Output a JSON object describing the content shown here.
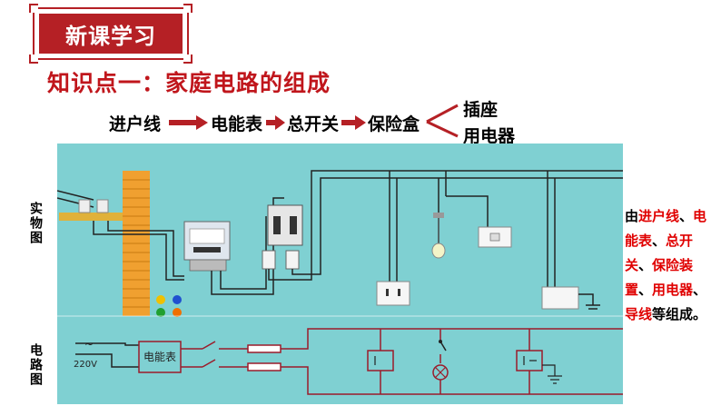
{
  "badge": {
    "label": "新课学习"
  },
  "subtitle": "知识点一：家庭电路的组成",
  "flow": {
    "items": [
      "进户线",
      "电能表",
      "总开关",
      "保险盒"
    ],
    "branches": [
      "插座",
      "用电器"
    ]
  },
  "side_labels": {
    "physical": "实物图",
    "circuit": "电路图"
  },
  "diagram": {
    "voltage": "220V",
    "meter_label": "电能表"
  },
  "summary": {
    "prefix": "由",
    "parts": [
      {
        "text": "进户线",
        "red": true
      },
      {
        "text": "、",
        "red": false
      },
      {
        "text": "电能表",
        "red": true
      },
      {
        "text": "、",
        "red": false
      },
      {
        "text": "总开关",
        "red": true
      },
      {
        "text": "、",
        "red": false
      },
      {
        "text": "保险装置",
        "red": true
      },
      {
        "text": "、",
        "red": false
      },
      {
        "text": "用电器",
        "red": true
      },
      {
        "text": "、",
        "red": false
      },
      {
        "text": "导线",
        "red": true
      },
      {
        "text": "等组成。",
        "red": false
      }
    ]
  },
  "colors": {
    "accent": "#b52025",
    "title_red": "#c0161c",
    "panel": "#7fd0d2",
    "wire_red": "#9b1b2a"
  }
}
